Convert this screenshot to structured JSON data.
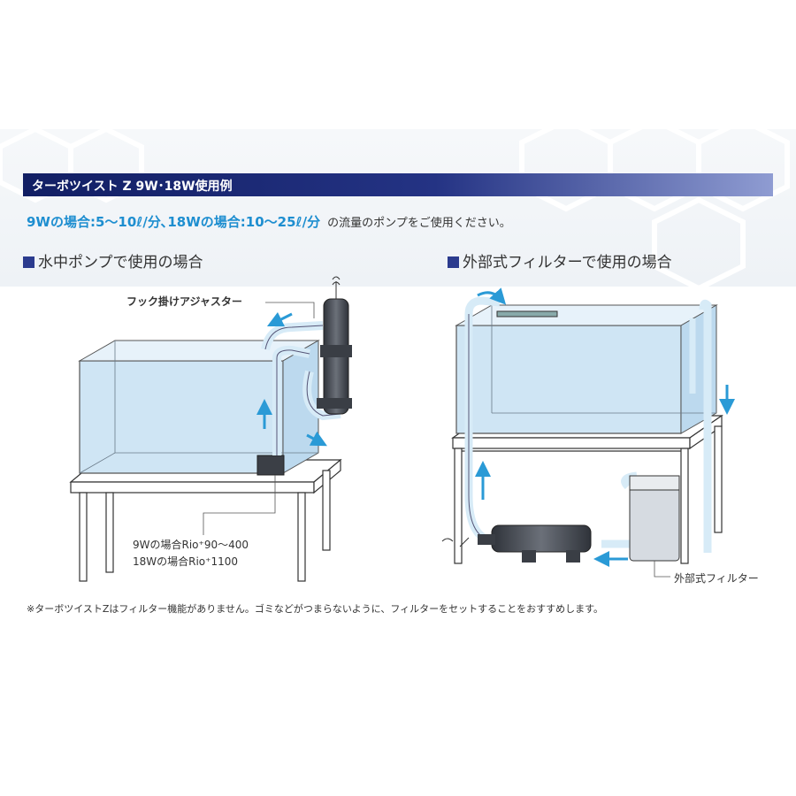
{
  "title": "ターボツイスト Z 9W･18W使用例",
  "flow_note": {
    "highlight": "9Wの場合:5～10ℓ/分､18Wの場合:10～25ℓ/分",
    "rest": "の流量のポンプをご使用ください。"
  },
  "left_section": {
    "heading": "水中ポンプで使用の場合",
    "hook_label": "フック掛けアジャスター",
    "pump_line1": "9Wの場合Rio⁺90～400",
    "pump_line2": "18Wの場合Rio⁺1100"
  },
  "right_section": {
    "heading": "外部式フィルターで使用の場合",
    "filter_label": "外部式フィルター"
  },
  "footnote": "※ターボツイストZはフィルター機能がありません。ゴミなどがつまらないように、フィルターをセットすることをおすすめします。",
  "colors": {
    "title_bar": "#1b2a78",
    "accent_text": "#1e8ed0",
    "water": "#cfe5f4",
    "arrow": "#2a9ad6",
    "device": "#4a4f57"
  }
}
